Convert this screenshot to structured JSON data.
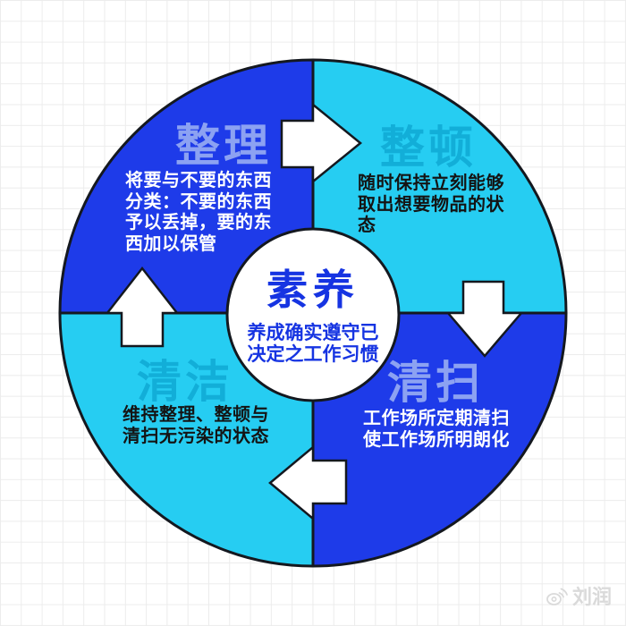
{
  "diagram": {
    "type": "5S-cycle",
    "center": {
      "title": "素养",
      "lines": [
        "养成确实遵守已",
        "决定之工作习惯"
      ]
    },
    "quadrants": [
      {
        "id": "seiri",
        "position": "top-left",
        "title": "整理",
        "lines": [
          "将要与不要的东西",
          "分类：不要的东西",
          "予以丢掉，要的东",
          "西加以保管"
        ]
      },
      {
        "id": "seiton",
        "position": "top-right",
        "title": "整顿",
        "lines": [
          "随时保持立刻能够",
          "取出想要物品的状",
          "态"
        ]
      },
      {
        "id": "seiso",
        "position": "bottom-right",
        "title": "清扫",
        "lines": [
          "工作场所定期清扫",
          "使工作场所明朗化"
        ]
      },
      {
        "id": "seiketsu",
        "position": "bottom-left",
        "title": "清洁",
        "lines": [
          "维持整理、整顿与",
          "清扫无污染的状态"
        ]
      }
    ],
    "arrows": [
      "right",
      "down",
      "left",
      "up"
    ]
  },
  "colors": {
    "dark_blue": "#1e3be9",
    "cyan": "#26cdf2",
    "periwinkle_title": "#8ca2f2",
    "teal_title": "#12aed8",
    "center_text_blue": "#1634e2",
    "outline": "#14181f",
    "arrow_fill": "#ffffff",
    "grid_line": "#ececec",
    "watermark_gray": "#dadada"
  },
  "watermark": {
    "icon": "weibo-icon",
    "text": "刘润"
  }
}
